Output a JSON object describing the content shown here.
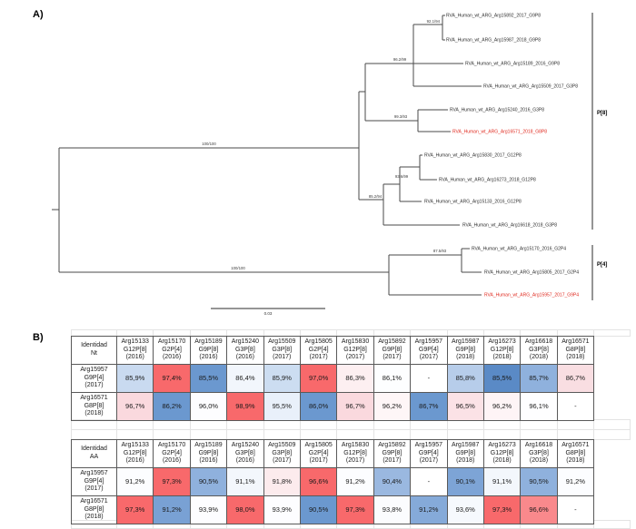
{
  "panels": {
    "a_label": "A)",
    "b_label": "B)"
  },
  "tree": {
    "scale_label": "0.03",
    "highlight_color": "#e02b20",
    "default_color": "#2f2f2f",
    "taxa": [
      {
        "label": "RVA_Human_wt_ARG_Arg15892_2017_G9P8",
        "color": "#2f2f2f"
      },
      {
        "label": "RVA_Human_wt_ARG_Arg15987_2018_G9P8",
        "color": "#2f2f2f"
      },
      {
        "label": "RVA_Human_wt_ARG_Arg15189_2016_G9P8",
        "color": "#2f2f2f"
      },
      {
        "label": "RVA_Human_wt_ARG_Arg15509_2017_G3P8",
        "color": "#2f2f2f"
      },
      {
        "label": "RVA_Human_wt_ARG_Arg15240_2016_G3P8",
        "color": "#2f2f2f"
      },
      {
        "label": "RVA_Human_wt_ARG_Arg16571_2018_G8P8",
        "color": "#e02b20"
      },
      {
        "label": "RVA_Human_wt_ARG_Arg15830_2017_G12P8",
        "color": "#2f2f2f"
      },
      {
        "label": "RVA_Human_wt_ARG_Arg16273_2018_G12P8",
        "color": "#2f2f2f"
      },
      {
        "label": "RVA_Human_wt_ARG_Arg15133_2016_G12P8",
        "color": "#2f2f2f"
      },
      {
        "label": "RVA_Human_wt_ARG_Arg16618_2018_G3P8",
        "color": "#2f2f2f"
      },
      {
        "label": "RVA_Human_wt_ARG_Arg15170_2016_G2P4",
        "color": "#2f2f2f"
      },
      {
        "label": "RVA_Human_wt_ARG_Arg15805_2017_G2P4",
        "color": "#2f2f2f"
      },
      {
        "label": "RVA_Human_wt_ARG_Arg15957_2017_G9P4",
        "color": "#e02b20"
      }
    ],
    "supports": [
      "92.1/94",
      "96.2/99",
      "99.3/93",
      "100/100",
      "100/100",
      "93.6/99",
      "85.2/94",
      "87.5/93"
    ],
    "clade_labels": [
      "P[8]",
      "P[4]"
    ]
  },
  "tables": [
    {
      "name": "identity-table-nt",
      "corner": [
        "Identidad",
        "Nt"
      ],
      "columns": [
        [
          "Arg15133",
          "G12P[8]",
          "(2016)"
        ],
        [
          "Arg15170",
          "G2P[4]",
          "(2016)"
        ],
        [
          "Arg15189",
          "G9P[8]",
          "(2016)"
        ],
        [
          "Arg15240",
          "G3P[8]",
          "(2016)"
        ],
        [
          "Arg15509",
          "G3P[8]",
          "(2017)"
        ],
        [
          "Arg15805",
          "G2P[4]",
          "(2017)"
        ],
        [
          "Arg15830",
          "G12P[8]",
          "(2017)"
        ],
        [
          "Arg15892",
          "G9P[8]",
          "(2017)"
        ],
        [
          "Arg15957",
          "G9P[4]",
          "(2017)"
        ],
        [
          "Arg15987",
          "G9P[8]",
          "(2018)"
        ],
        [
          "Arg16273",
          "G12P[8]",
          "(2018)"
        ],
        [
          "Arg16618",
          "G3P[8]",
          "(2018)"
        ],
        [
          "Arg16571",
          "G8P[8]",
          "(2018)"
        ]
      ],
      "rows": [
        {
          "label": [
            "Arg15957",
            "G9P[4]",
            "(2017)"
          ],
          "cells": [
            {
              "v": "85,9%",
              "bg": "#c9daf0"
            },
            {
              "v": "97,4%",
              "bg": "#f8696b"
            },
            {
              "v": "85,5%",
              "bg": "#6b98cf"
            },
            {
              "v": "86,4%",
              "bg": "#f2f6fc"
            },
            {
              "v": "85,9%",
              "bg": "#ccddf1"
            },
            {
              "v": "97,0%",
              "bg": "#f8696b"
            },
            {
              "v": "86,3%",
              "bg": "#fdeff1"
            },
            {
              "v": "86,1%",
              "bg": "#fdfeff"
            },
            {
              "v": "-",
              "bg": "#ffffff"
            },
            {
              "v": "85,8%",
              "bg": "#b7cdea"
            },
            {
              "v": "85,5%",
              "bg": "#5a8ac6"
            },
            {
              "v": "85,7%",
              "bg": "#8fb1dd"
            },
            {
              "v": "86,7%",
              "bg": "#f9dee2"
            }
          ]
        },
        {
          "label": [
            "Arg16571",
            "G8P[8]",
            "(2018)"
          ],
          "cells": [
            {
              "v": "96,7%",
              "bg": "#fad9de"
            },
            {
              "v": "86,2%",
              "bg": "#6b98cf"
            },
            {
              "v": "96,0%",
              "bg": "#fdfdff"
            },
            {
              "v": "98,9%",
              "bg": "#f8696b"
            },
            {
              "v": "95,5%",
              "bg": "#e9f0fa"
            },
            {
              "v": "86,0%",
              "bg": "#6b98cf"
            },
            {
              "v": "96,7%",
              "bg": "#fad9de"
            },
            {
              "v": "96,2%",
              "bg": "#fef6f7"
            },
            {
              "v": "86,7%",
              "bg": "#6b98cf"
            },
            {
              "v": "96,5%",
              "bg": "#fbe2e6"
            },
            {
              "v": "96,2%",
              "bg": "#fef4f6"
            },
            {
              "v": "96,1%",
              "bg": "#fefeff"
            },
            {
              "v": "-",
              "bg": "#ffffff"
            }
          ]
        }
      ]
    },
    {
      "name": "identity-table-aa",
      "corner": [
        "Identidad",
        "AA"
      ],
      "columns": [
        [
          "Arg15133",
          "G12P[8]",
          "(2016)"
        ],
        [
          "Arg15170",
          "G2P[4]",
          "(2016)"
        ],
        [
          "Arg15189",
          "G9P[8]",
          "(2016)"
        ],
        [
          "Arg15240",
          "G3P[8]",
          "(2016)"
        ],
        [
          "Arg15509",
          "G3P[8]",
          "(2017)"
        ],
        [
          "Arg15805",
          "G2P[4]",
          "(2017)"
        ],
        [
          "Arg15830",
          "G12P[8]",
          "(2017)"
        ],
        [
          "Arg15892",
          "G9P[8]",
          "(2017)"
        ],
        [
          "Arg15957",
          "G9P[4]",
          "(2017)"
        ],
        [
          "Arg15987",
          "G9P[8]",
          "(2018)"
        ],
        [
          "Arg16273",
          "G12P[8]",
          "(2018)"
        ],
        [
          "Arg16618",
          "G3P[8]",
          "(2018)"
        ],
        [
          "Arg16571",
          "G8P[8]",
          "(2018)"
        ]
      ],
      "rows": [
        {
          "label": [
            "Arg15957",
            "G9P[4]",
            "(2017)"
          ],
          "cells": [
            {
              "v": "91,2%",
              "bg": "#fcfdff"
            },
            {
              "v": "97,3%",
              "bg": "#f8696b"
            },
            {
              "v": "90,5%",
              "bg": "#8fb1dd"
            },
            {
              "v": "91,1%",
              "bg": "#f3f7fc"
            },
            {
              "v": "91,8%",
              "bg": "#fcebed"
            },
            {
              "v": "96,6%",
              "bg": "#f8696b"
            },
            {
              "v": "91,2%",
              "bg": "#fcfdff"
            },
            {
              "v": "90,4%",
              "bg": "#9ab8e0"
            },
            {
              "v": "-",
              "bg": "#ffffff"
            },
            {
              "v": "90,1%",
              "bg": "#7da4d6"
            },
            {
              "v": "91,1%",
              "bg": "#f3f7fc"
            },
            {
              "v": "90,5%",
              "bg": "#8fb1dd"
            },
            {
              "v": "91,2%",
              "bg": "#fcfdff"
            }
          ]
        },
        {
          "label": [
            "Arg16571",
            "G8P[8]",
            "(2018)"
          ],
          "cells": [
            {
              "v": "97,3%",
              "bg": "#f8696b"
            },
            {
              "v": "91,2%",
              "bg": "#79a1d4"
            },
            {
              "v": "93,9%",
              "bg": "#fdfdff"
            },
            {
              "v": "98,0%",
              "bg": "#f8696b"
            },
            {
              "v": "93,9%",
              "bg": "#fdfdff"
            },
            {
              "v": "90,5%",
              "bg": "#6b98cf"
            },
            {
              "v": "97,3%",
              "bg": "#f8696b"
            },
            {
              "v": "93,8%",
              "bg": "#fbfcfe"
            },
            {
              "v": "91,2%",
              "bg": "#85aad9"
            },
            {
              "v": "93,6%",
              "bg": "#f6f9fd"
            },
            {
              "v": "97,3%",
              "bg": "#f8696b"
            },
            {
              "v": "96,6%",
              "bg": "#f9898c"
            },
            {
              "v": "-",
              "bg": "#ffffff"
            }
          ]
        }
      ]
    }
  ]
}
